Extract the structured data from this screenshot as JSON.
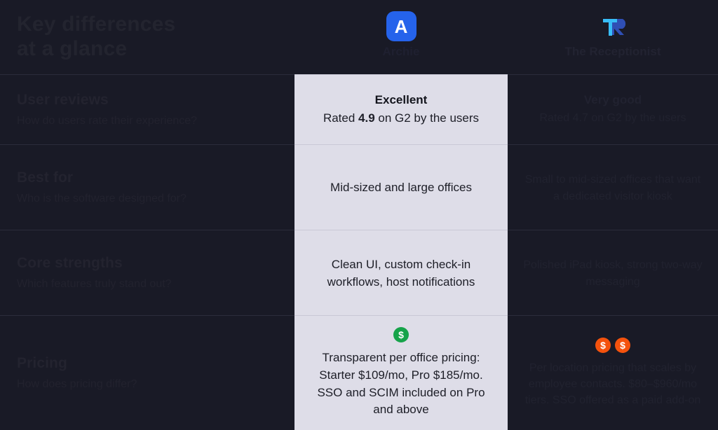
{
  "heading": {
    "title": "Key differences\nat a glance"
  },
  "products": {
    "featured": {
      "name": "Archie",
      "logo_letter": "A",
      "logo_color": "#2563eb",
      "icon_name": "archie-logo-icon"
    },
    "rival": {
      "name": "The Receptionist",
      "logo_letters": "TR",
      "logo_color": "#38bdf8",
      "icon_name": "receptionist-logo-icon"
    }
  },
  "rows": [
    {
      "label": "User reviews",
      "question": "How do users rate their experience?",
      "featured": {
        "title": "Excellent",
        "body_prefix": "Rated ",
        "body_strong": "4.9",
        "body_suffix": " on G2 by the users"
      },
      "rival": {
        "title": "Very good",
        "body": "Rated 4.7 on G2 by the users"
      }
    },
    {
      "label": "Best for",
      "question": "Who is the software designed for?",
      "featured": {
        "title": "",
        "body": "Mid-sized and large offices"
      },
      "rival": {
        "title": "",
        "body": "Small to mid-sized offices that want a dedicated visitor kiosk"
      }
    },
    {
      "label": "Core strengths",
      "question": "Which features truly stand out?",
      "featured": {
        "title": "",
        "body": "Clean UI, custom check-in workflows, host notifications"
      },
      "rival": {
        "title": "",
        "body": "Polished iPad kiosk, strong two-way messaging"
      }
    },
    {
      "label": "Pricing",
      "question": "How does pricing differ?",
      "featured": {
        "title": "",
        "body": "Transparent per office pricing: Starter $109/mo, Pro $185/mo. SSO and SCIM included on Pro and above",
        "coins": 1,
        "coin_color": "#16a34a",
        "coin_symbol": "$"
      },
      "rival": {
        "title": "",
        "body": "Per location pricing that scales by employee contacts. $80–$960/mo tiers. SSO offered as a paid add-on",
        "coins": 2,
        "coin_color": "#f4520d",
        "coin_symbol": "$"
      }
    }
  ],
  "colors": {
    "background": "#191a26",
    "featured_column": "#dedde8",
    "divider": "#2b2c3b"
  }
}
